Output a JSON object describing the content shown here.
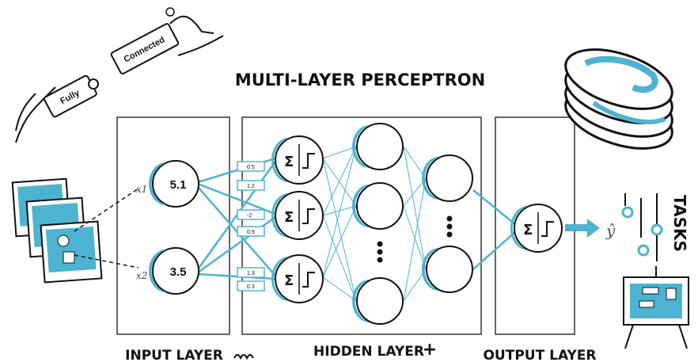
{
  "title": "MULTI-LAYER PERCEPTRON",
  "layers": {
    "input": "INPUT LAYER",
    "hidden": "HIDDEN LAYER",
    "hidden_suffix": "+",
    "output": "OUTPUT LAYER"
  },
  "inputs": [
    {
      "var": "x1",
      "value": "5.1"
    },
    {
      "var": "x2",
      "value": "3.5"
    }
  ],
  "weights": [
    "0.5",
    "1.2",
    "-2",
    "0.9",
    "1.3",
    "0.3"
  ],
  "output_symbol": "ŷ",
  "tasks_label": "TASKS",
  "puzzle": {
    "left": "Fully",
    "right": "Connected"
  },
  "colors": {
    "accent": "#4db3d1",
    "ink": "#111111",
    "panel": "#f4f7f9"
  }
}
